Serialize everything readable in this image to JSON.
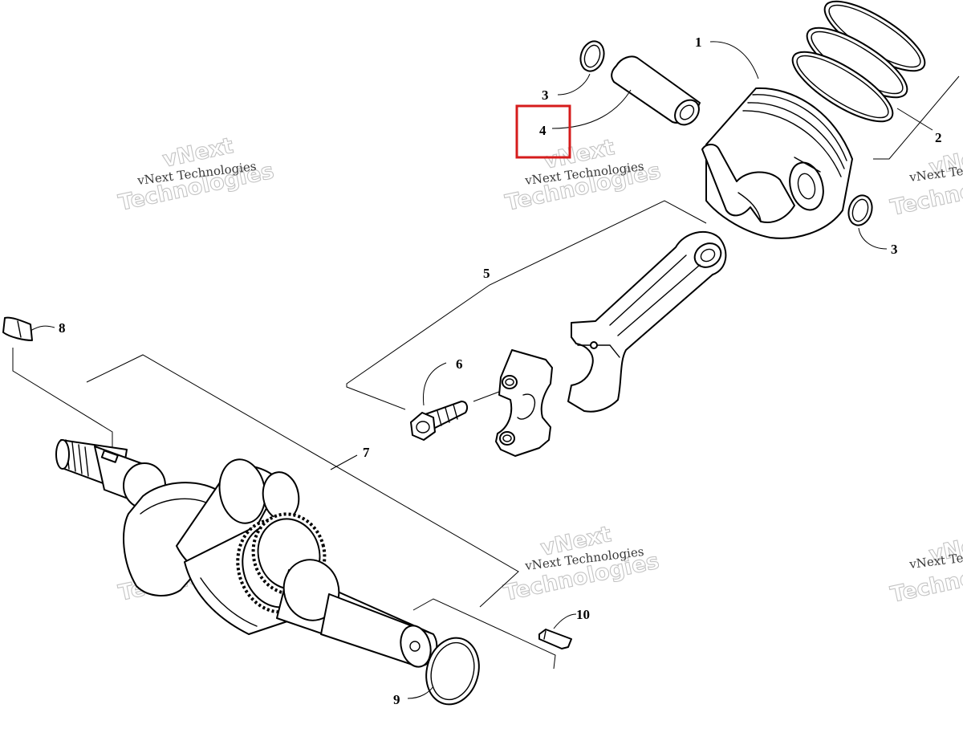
{
  "diagram": {
    "callouts": [
      {
        "id": "c1",
        "label": "1"
      },
      {
        "id": "c2",
        "label": "2"
      },
      {
        "id": "c3a",
        "label": "3"
      },
      {
        "id": "c3b",
        "label": "3"
      },
      {
        "id": "c4",
        "label": "4"
      },
      {
        "id": "c5",
        "label": "5"
      },
      {
        "id": "c6",
        "label": "6"
      },
      {
        "id": "c7",
        "label": "7"
      },
      {
        "id": "c8",
        "label": "8"
      },
      {
        "id": "c9",
        "label": "9"
      },
      {
        "id": "c10",
        "label": "10"
      }
    ],
    "highlighted_callout": "4",
    "highlight_color": "#d61c1c"
  },
  "watermark": {
    "line_small": "vNext Technologies",
    "line_big_1": "vNext",
    "line_big_2": "Technologies"
  }
}
